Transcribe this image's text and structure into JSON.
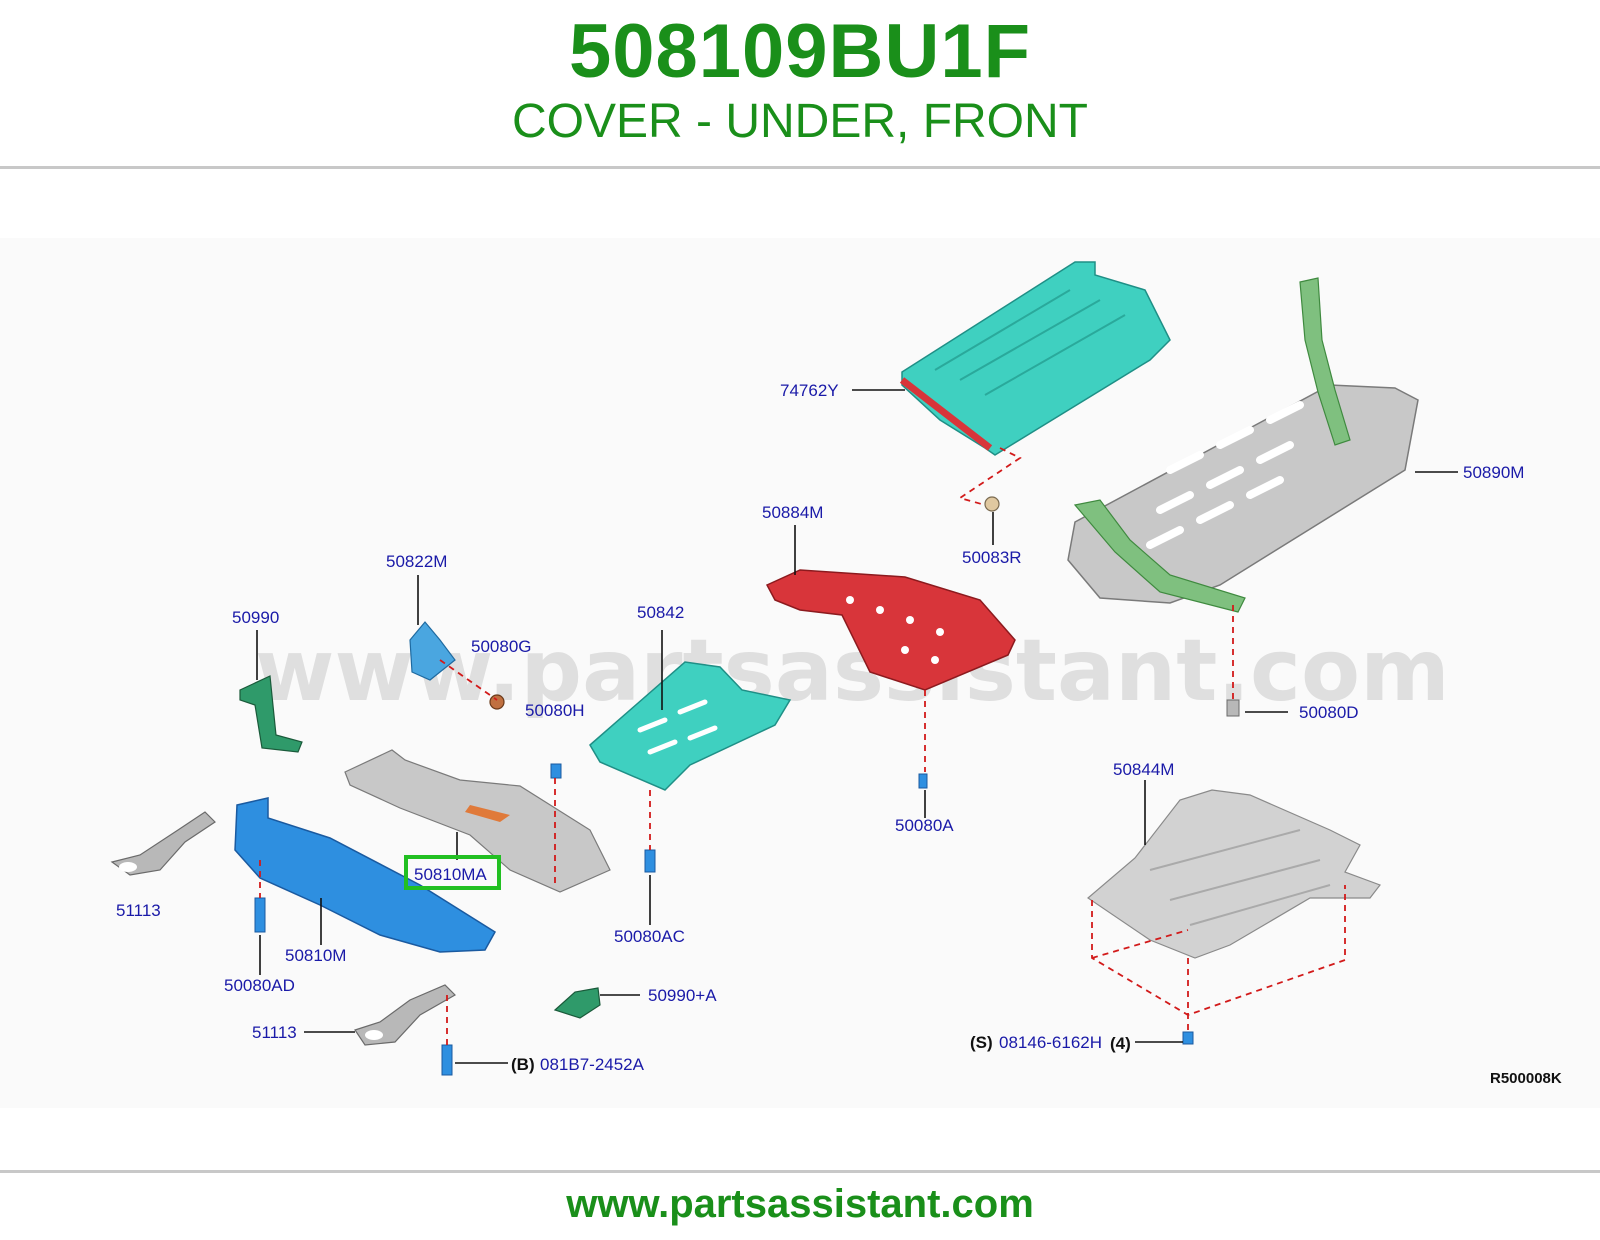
{
  "header": {
    "part_number": "508109BU1F",
    "description": "COVER - UNDER, FRONT"
  },
  "diagram": {
    "watermark": "www.partsassistant.com",
    "reference_code": "R500008K",
    "highlighted_part": "50810MA",
    "labels": {
      "p74762Y": "74762Y",
      "p50890M": "50890M",
      "p50884M": "50884M",
      "p50083R": "50083R",
      "p50822M": "50822M",
      "p50990": "50990",
      "p50080G": "50080G",
      "p50842": "50842",
      "p50080H": "50080H",
      "p50080D": "50080D",
      "p50844M": "50844M",
      "p50080A": "50080A",
      "p50810MA": "50810MA",
      "p51113a": "51113",
      "p50810M": "50810M",
      "p50080AC": "50080AC",
      "p50080AD": "50080AD",
      "p50990A": "50990+A",
      "p51113b": "51113",
      "p081B7": "081B7-2452A",
      "p08146": "08146-6162H"
    },
    "markers": {
      "b_prefix": "(B)",
      "s_prefix": "(S)",
      "qty_suffix": "(4)"
    },
    "part_colors": {
      "heat_shield": "#3fd0c0",
      "red_bracket": "#d8353a",
      "blue_cover": "#2e8fe0",
      "grey_cover": "#c8c8c8",
      "green_bracket": "#2f9a6a",
      "light_green": "#7fc07f"
    }
  },
  "footer": {
    "url": "www.partsassistant.com"
  }
}
